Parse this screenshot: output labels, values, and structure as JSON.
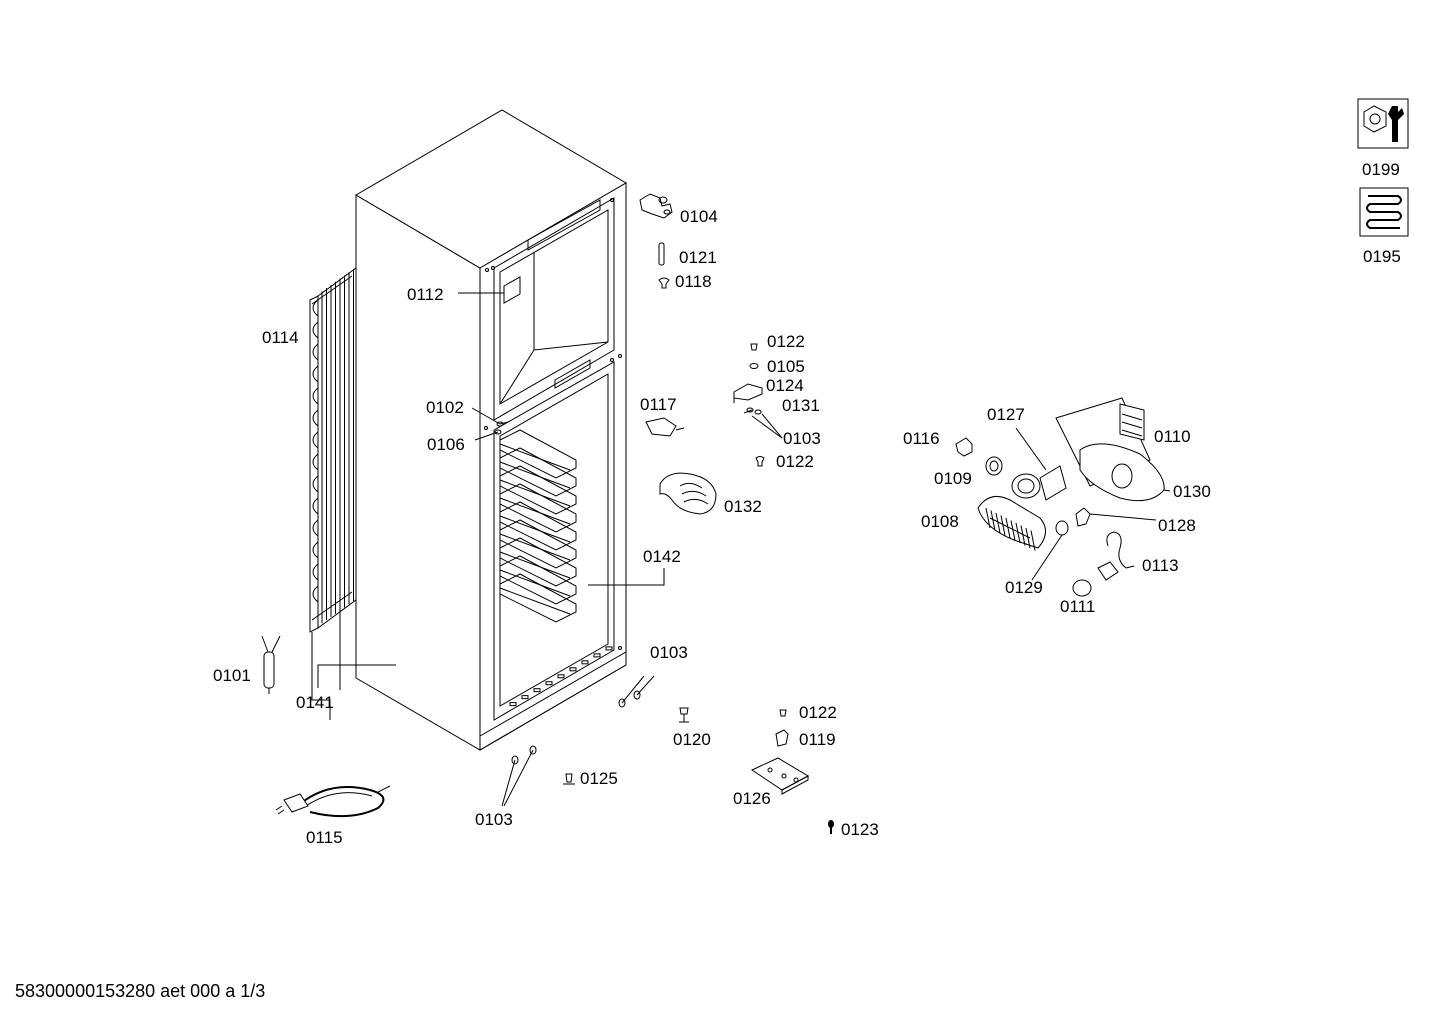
{
  "labels": {
    "l0104": "0104",
    "l0121": "0121",
    "l0118": "0118",
    "l0112": "0112",
    "l0114": "0114",
    "l0122a": "0122",
    "l0105": "0105",
    "l0124": "0124",
    "l0131": "0131",
    "l0103a": "0103",
    "l0122b": "0122",
    "l0117": "0117",
    "l0102": "0102",
    "l0106": "0106",
    "l0132": "0132",
    "l0142": "0142",
    "l0101": "0101",
    "l0141": "0141",
    "l0103b": "0103",
    "l0120": "0120",
    "l0122c": "0122",
    "l0119": "0119",
    "l0125": "0125",
    "l0126": "0126",
    "l0103c": "0103",
    "l0115": "0115",
    "l0123": "0123",
    "l0127": "0127",
    "l0116": "0116",
    "l0110": "0110",
    "l0109": "0109",
    "l0130": "0130",
    "l0108": "0108",
    "l0128": "0128",
    "l0113": "0113",
    "l0129": "0129",
    "l0111": "0111",
    "l0199": "0199",
    "l0195": "0195"
  },
  "icons": {
    "service_kit": "wrench-nut-icon",
    "evaporator": "coil-icon"
  },
  "footer": "58300000153280 aet 000 a 1/3"
}
